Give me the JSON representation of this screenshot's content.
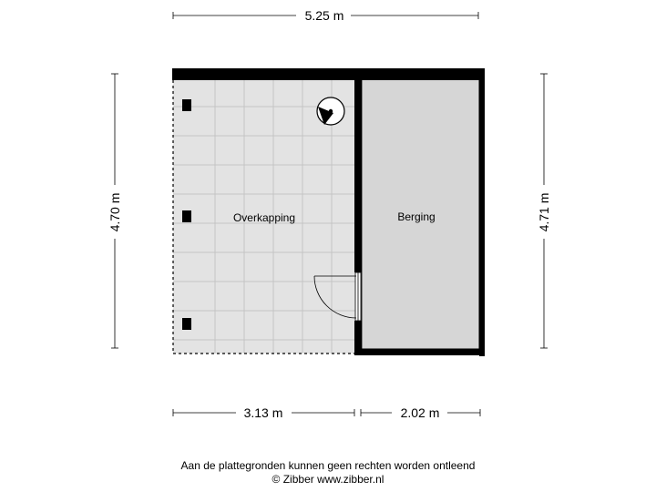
{
  "dimensions": {
    "top_width": "5.25 m",
    "left_height": "4.70 m",
    "right_height": "4.71 m",
    "bottom_left": "3.13 m",
    "bottom_right": "2.02 m"
  },
  "rooms": {
    "overkapping": "Overkapping",
    "berging": "Berging"
  },
  "footer": {
    "disclaimer": "Aan de plattegronden kunnen geen rechten worden ontleend",
    "copyright": "© Zibber www.zibber.nl"
  },
  "colors": {
    "wall": "#000000",
    "floor": "#d9d9d9",
    "tile_line": "#bfbfbf",
    "berging_floor": "#d0d0d0"
  }
}
